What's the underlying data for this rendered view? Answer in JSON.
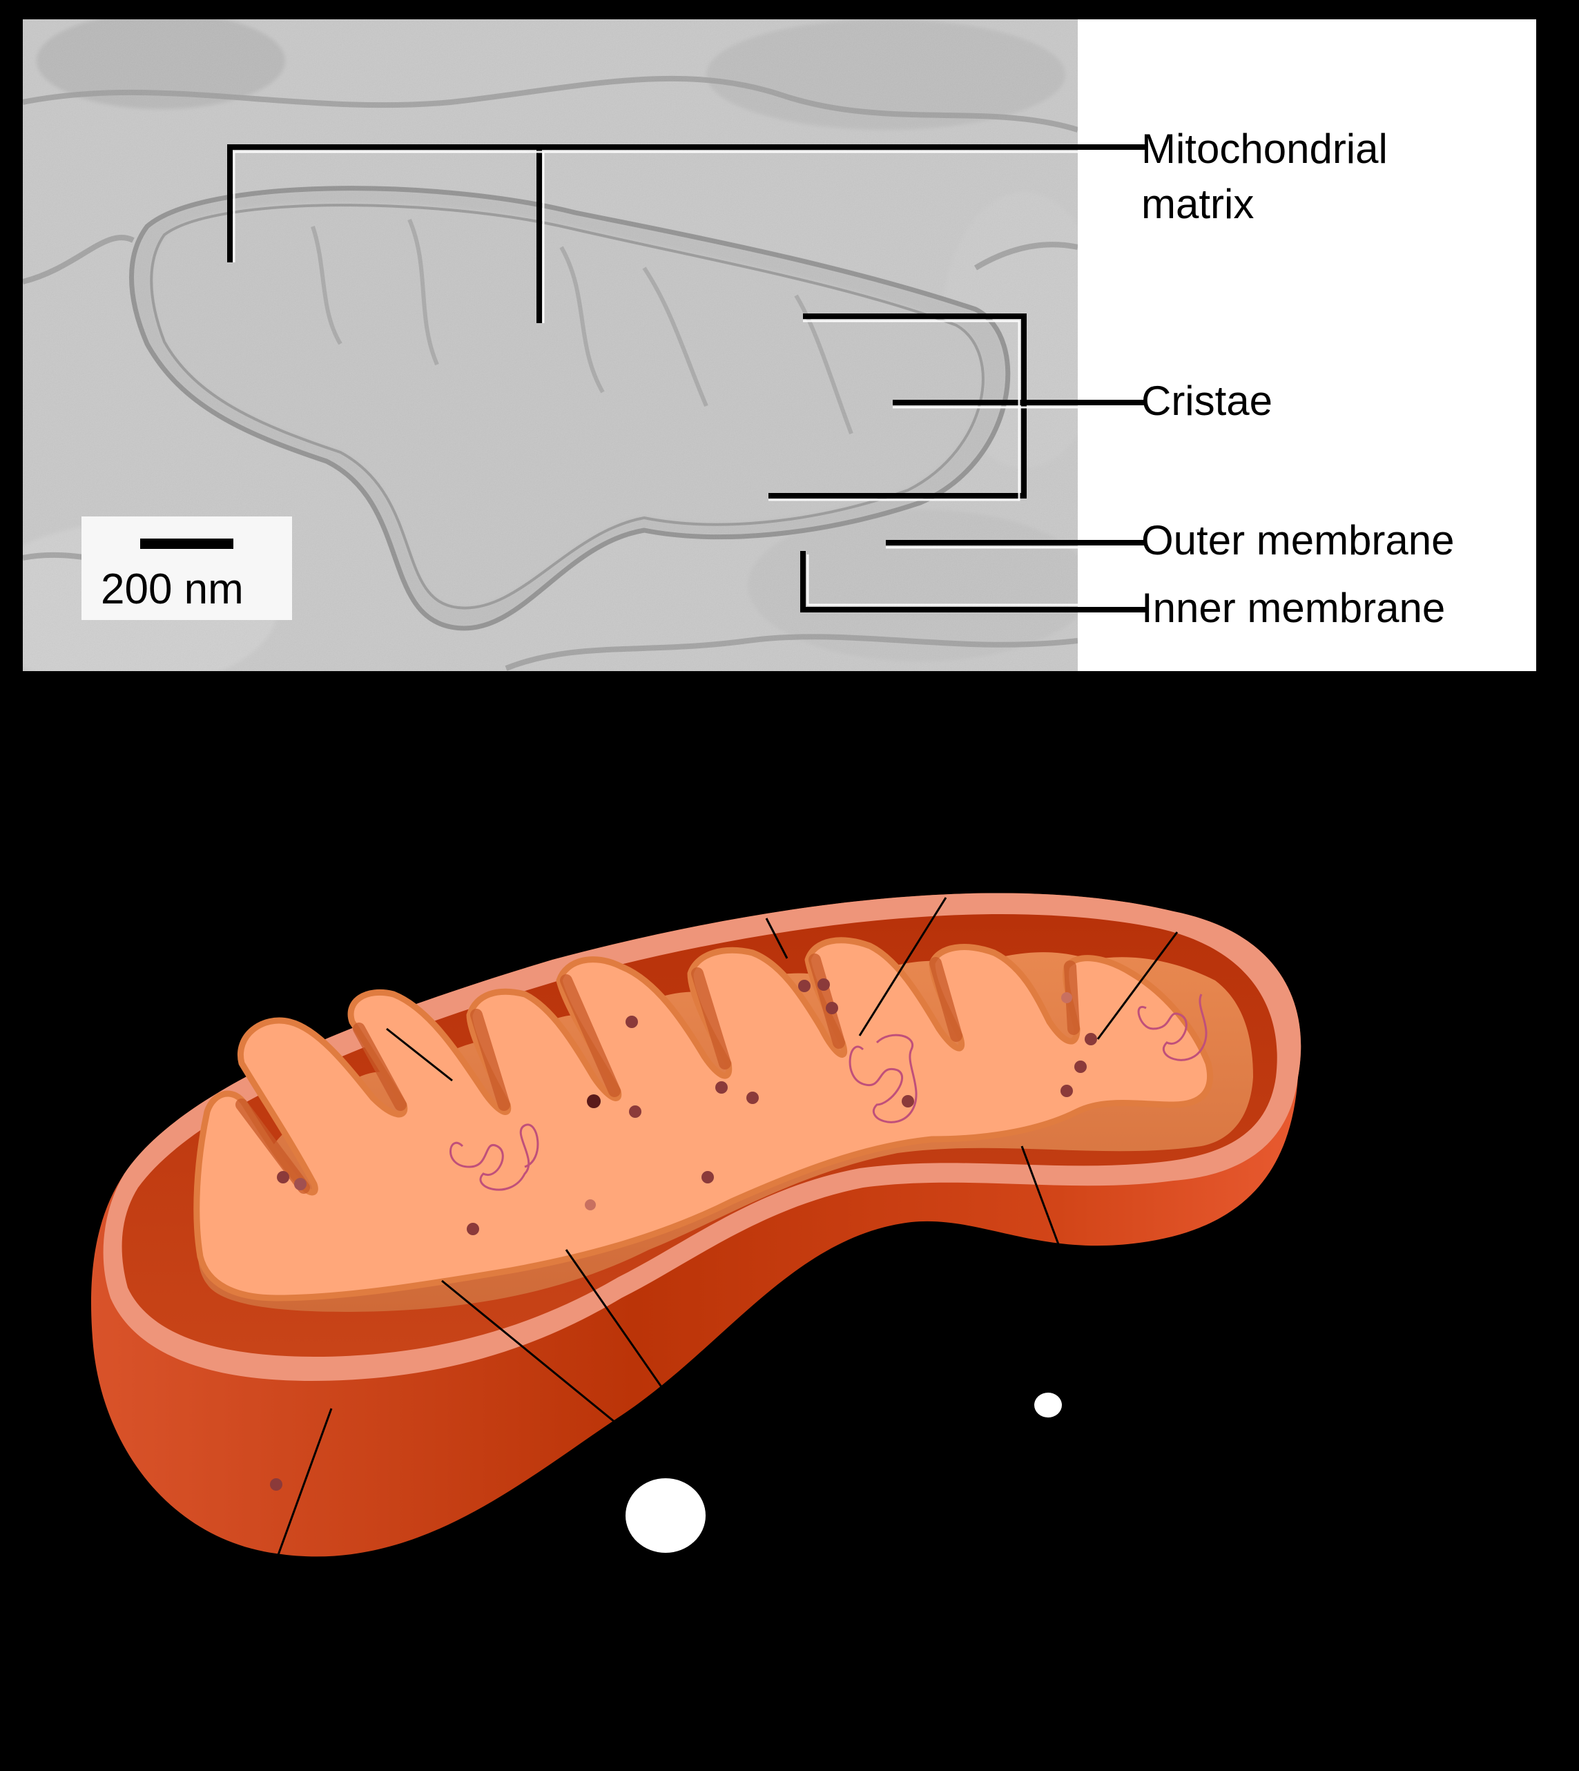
{
  "figure": {
    "top_panel": {
      "type": "electron micrograph",
      "scale_bar": {
        "label": "200 nm"
      },
      "labels": [
        {
          "id": "matrix",
          "lines": [
            "Mitochondrial",
            "matrix"
          ]
        },
        {
          "id": "cristae",
          "lines": [
            "Cristae"
          ]
        },
        {
          "id": "outer",
          "lines": [
            "Outer membrane"
          ]
        },
        {
          "id": "inner",
          "lines": [
            "Inner membrane"
          ]
        }
      ]
    },
    "bottom_panel": {
      "type": "3D cutaway illustration of mitochondrion",
      "colors": {
        "outer_membrane": "#c0380c",
        "outer_rim": "#ee957a",
        "intermembrane": "#b8320a",
        "cristae_fill": "#ffa77a",
        "cristae_edge": "#e07c40",
        "granule": "#8b3a3a",
        "dna": "#c0507a"
      }
    },
    "background_color": "#000000"
  }
}
